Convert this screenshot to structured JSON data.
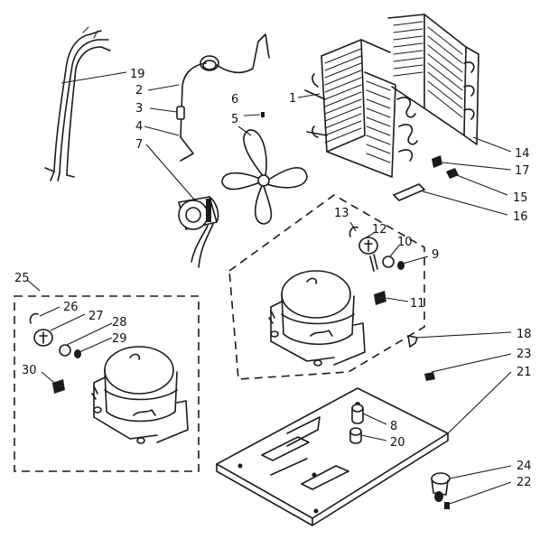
{
  "callouts": [
    {
      "id": "c1",
      "text": "1"
    },
    {
      "id": "c2",
      "text": "2"
    },
    {
      "id": "c3",
      "text": "3"
    },
    {
      "id": "c4",
      "text": "4"
    },
    {
      "id": "c5",
      "text": "5"
    },
    {
      "id": "c6",
      "text": "6"
    },
    {
      "id": "c7",
      "text": "7"
    },
    {
      "id": "c8",
      "text": "8"
    },
    {
      "id": "c9",
      "text": "9"
    },
    {
      "id": "c10",
      "text": "10"
    },
    {
      "id": "c11",
      "text": "11"
    },
    {
      "id": "c12",
      "text": "12"
    },
    {
      "id": "c13",
      "text": "13"
    },
    {
      "id": "c14",
      "text": "14"
    },
    {
      "id": "c15",
      "text": "15"
    },
    {
      "id": "c16",
      "text": "16"
    },
    {
      "id": "c17",
      "text": "17"
    },
    {
      "id": "c18",
      "text": "18"
    },
    {
      "id": "c19",
      "text": "19"
    },
    {
      "id": "c20",
      "text": "20"
    },
    {
      "id": "c21",
      "text": "21"
    },
    {
      "id": "c22",
      "text": "22"
    },
    {
      "id": "c23",
      "text": "23"
    },
    {
      "id": "c24",
      "text": "24"
    },
    {
      "id": "c25",
      "text": "25"
    },
    {
      "id": "c26",
      "text": "26"
    },
    {
      "id": "c27",
      "text": "27"
    },
    {
      "id": "c28",
      "text": "28"
    },
    {
      "id": "c29",
      "text": "29"
    },
    {
      "id": "c30",
      "text": "30"
    }
  ],
  "colors": {
    "ink": "#1a1a1a",
    "paper": "#ffffff"
  }
}
